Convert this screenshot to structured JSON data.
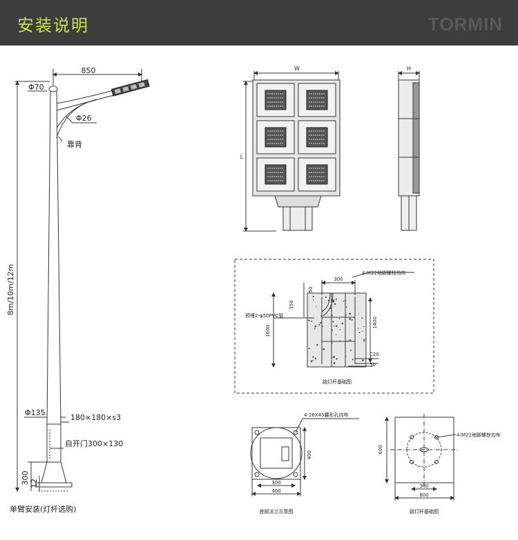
{
  "header": {
    "title": "安装说明",
    "brand": "TORMIN"
  },
  "colors": {
    "header_bg": "#3d3d3d",
    "title_color": "#c8e14a",
    "brand_color": "#5a5a5a",
    "line": "#333333"
  },
  "pole": {
    "arm_length": "850",
    "top_diameter": "Φ70",
    "arm_diameter": "Φ26",
    "back_label": "靠背",
    "height_label": "8m/10m/12m",
    "base_diameter": "Φ135",
    "base_plate": "180×180×s3",
    "door_label": "自开门300×130",
    "dim_300": "300",
    "dim_12": "12",
    "caption": "单臂安装(灯杆选购)"
  },
  "lamp_front": {
    "width_label": "W",
    "length_label": "L"
  },
  "lamp_side": {
    "height_label": "H"
  },
  "foundation": {
    "top_width": "300",
    "bolt_label": "4-M22地脚螺栓均布",
    "dim_50_top": "50",
    "dim_350": "350",
    "pvc_label": "预埋2-φ50PVC管",
    "dim_1400": "1400",
    "dim_1600": "1600",
    "concrete": "C20",
    "dim_50_bottom": "50",
    "caption": "路灯杆基础图"
  },
  "flange": {
    "hole_label": "4-26X45腰形孔均布",
    "dim_400_v": "400",
    "dim_300": "300",
    "dim_400_h": "400",
    "caption": "底部法兰示意图"
  },
  "base_plan": {
    "bolt_label": "4-M22地脚螺栓均布",
    "dim_600_v": "600",
    "dim_300": "300",
    "dim_600_h": "600",
    "caption": "路灯杆基础图"
  }
}
